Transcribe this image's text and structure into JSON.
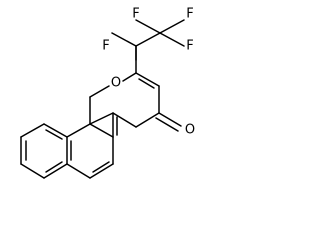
{
  "molecule": {
    "atoms": {
      "f1": "F",
      "f2": "F",
      "f3": "F",
      "f4": "F",
      "o_ring": "O",
      "o_carbonyl": "O"
    }
  }
}
